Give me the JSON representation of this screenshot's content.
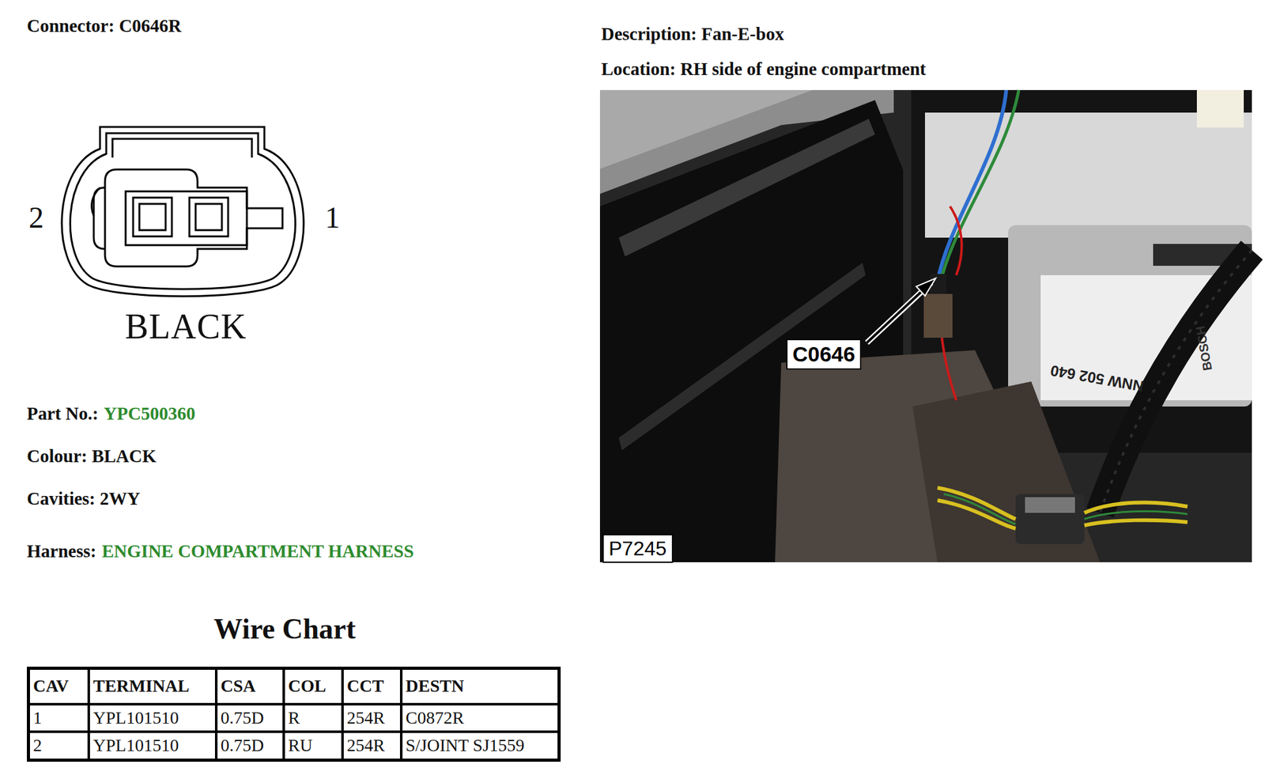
{
  "diagram": {
    "nodes": [
      {
        "text": [
          "C0646"
        ]
      },
      {
        "text": [
          "P7245"
        ]
      }
    ],
    "labels": [
      "Connector: C0646R",
      "2",
      "1",
      "BLACK",
      "Part No.:",
      "YPC500360",
      "Colour: BLACK",
      "Cavities: 2WY",
      "Harness:",
      "ENGINE COMPARTMENT HARNESS",
      "Wire Chart",
      "CAV",
      "TERMINAL",
      "CSA",
      "COL",
      "CCT",
      "DESTN",
      "1",
      "YPL101510",
      "0.75D",
      "R",
      "254R",
      "C0872R",
      "2",
      "YPL101510",
      "0.75D",
      "RU",
      "254R",
      "S/JOINT SJ1559",
      "Description: Fan-E-box",
      "Location: RH side of engine compartment",
      "BOSCH",
      "NNW 502 640"
    ]
  }
}
